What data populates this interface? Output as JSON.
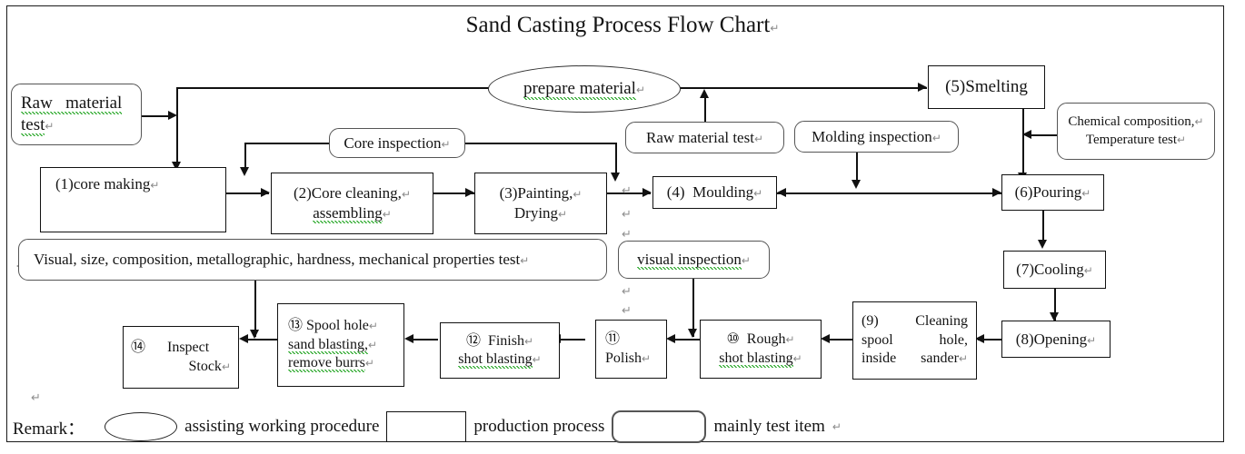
{
  "title": "Sand Casting Process Flow Chart",
  "title_pilcrow": "↵",
  "pilcrow": "↵",
  "colors": {
    "text": "#141414",
    "process_border": "#111111",
    "test_border": "#555555",
    "spellcheck_underline": "#15a015",
    "pilcrow": "#8f8f8f",
    "page_border": "#1a1a1a",
    "background": "#ffffff"
  },
  "nodes": {
    "raw_material_test_left": {
      "kind": "test",
      "lines": [
        "Raw   material",
        "test"
      ]
    },
    "prepare_material": {
      "kind": "ellipse",
      "lines": [
        "prepare material"
      ]
    },
    "smelting": {
      "kind": "process",
      "lines": [
        "(5)Smelting"
      ]
    },
    "chemical_composition": {
      "kind": "test",
      "lines": [
        "Chemical composition,",
        "Temperature test"
      ]
    },
    "core_inspection": {
      "kind": "test",
      "lines": [
        "Core inspection"
      ]
    },
    "raw_material_test_mid": {
      "kind": "test",
      "lines": [
        "Raw material test"
      ]
    },
    "molding_inspection": {
      "kind": "test",
      "lines": [
        "Molding inspection"
      ]
    },
    "core_making": {
      "kind": "process",
      "lines": [
        "(1)core making"
      ]
    },
    "core_cleaning": {
      "kind": "process",
      "lines": [
        "(2)Core cleaning,",
        "assembling"
      ]
    },
    "painting_drying": {
      "kind": "process",
      "lines": [
        "(3)Painting,",
        "Drying"
      ]
    },
    "moulding": {
      "kind": "process",
      "lines": [
        "(4)  Moulding"
      ]
    },
    "pouring": {
      "kind": "process",
      "lines": [
        "(6)Pouring"
      ]
    },
    "properties_test": {
      "kind": "test",
      "lines": [
        "Visual, size, composition, metallographic, hardness, mechanical properties test"
      ]
    },
    "visual_inspection": {
      "kind": "test",
      "lines": [
        "visual inspection"
      ]
    },
    "cooling": {
      "kind": "process",
      "lines": [
        "(7)Cooling"
      ]
    },
    "opening": {
      "kind": "process",
      "lines": [
        "(8)Opening"
      ]
    },
    "cleaning_spool": {
      "kind": "process",
      "lines": [
        "(9)    Cleaning",
        "spool      hole,",
        "inside sander"
      ]
    },
    "rough_shot_blasting": {
      "kind": "process",
      "lines": [
        "⑩  Rough",
        "shot blasting"
      ]
    },
    "polish": {
      "kind": "process",
      "lines": [
        "⑪",
        "Polish"
      ]
    },
    "finish_shot_blasting": {
      "kind": "process",
      "lines": [
        "⑫  Finish",
        "shot blasting"
      ]
    },
    "spool_hole": {
      "kind": "process",
      "lines": [
        "⑬ Spool hole",
        "sand blasting,",
        "remove burrs"
      ]
    },
    "inspect_stock": {
      "kind": "process",
      "lines": [
        "⑭      Inspect",
        "Stock"
      ]
    }
  },
  "legend": {
    "remark_label": "Remark：",
    "assisting": "assisting working procedure",
    "production": "production process",
    "test_item": "mainly test item"
  },
  "stray_marks": [
    "↵",
    "↵",
    "↵",
    "↵",
    "↵",
    "↵"
  ]
}
